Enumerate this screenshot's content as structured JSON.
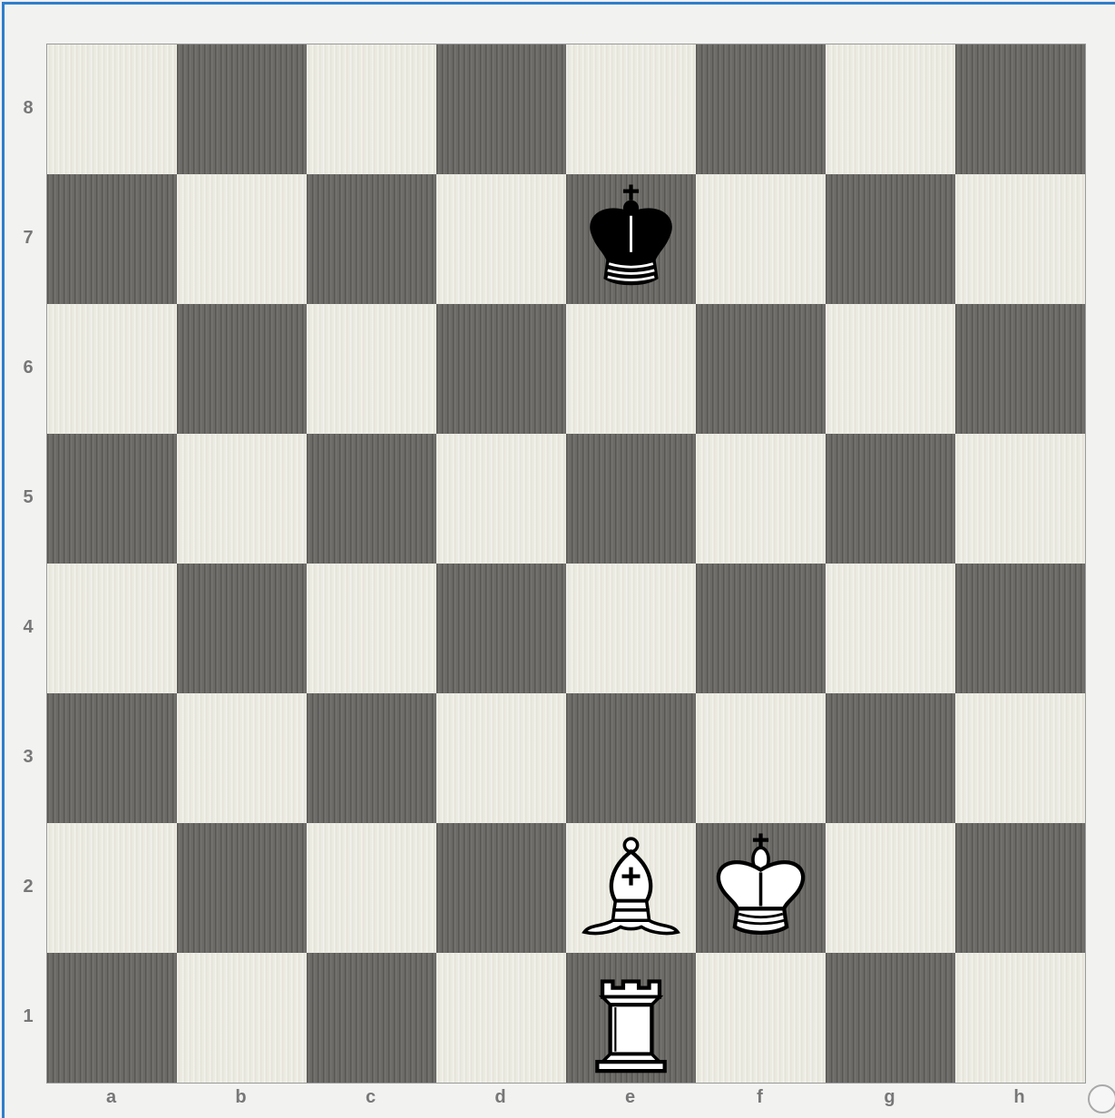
{
  "board": {
    "ranks": [
      "8",
      "7",
      "6",
      "5",
      "4",
      "3",
      "2",
      "1"
    ],
    "files": [
      "a",
      "b",
      "c",
      "d",
      "e",
      "f",
      "g",
      "h"
    ],
    "colors": {
      "light": "#ecebe2",
      "dark": "#6b6a66",
      "frame_border": "#2f7ecb"
    },
    "pieces": [
      {
        "square": "e7",
        "color": "black",
        "type": "king"
      },
      {
        "square": "e2",
        "color": "white",
        "type": "bishop"
      },
      {
        "square": "f2",
        "color": "white",
        "type": "king"
      },
      {
        "square": "e1",
        "color": "white",
        "type": "rook"
      }
    ]
  }
}
